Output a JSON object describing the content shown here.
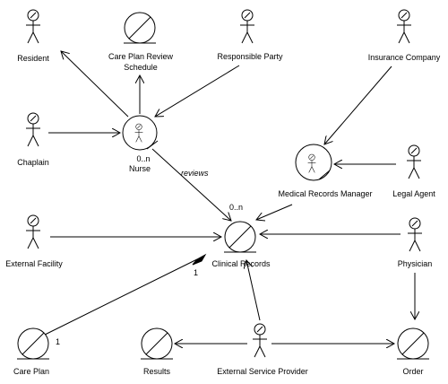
{
  "diagram": {
    "nodes": {
      "resident": "Resident",
      "care_plan_review_schedule_1": "Care Plan Review",
      "care_plan_review_schedule_2": "Schedule",
      "responsible_party": "Responsible Party",
      "insurance_company": "Insurance Company",
      "chaplain": "Chaplain",
      "nurse": "Nurse",
      "medical_records_manager": "Medical Records Manager",
      "legal_agent": "Legal Agent",
      "external_facility": "External Facility",
      "clinical_records": "Clinical Records",
      "physician": "Physician",
      "care_plan": "Care Plan",
      "results": "Results",
      "external_service_provider": "External Service Provider",
      "order": "Order"
    },
    "edge_labels": {
      "reviews": "reviews",
      "nurse_mult": "0..n",
      "clinical_mult": "0..n",
      "agg_mult": "1",
      "careplan_mult": "1"
    }
  }
}
